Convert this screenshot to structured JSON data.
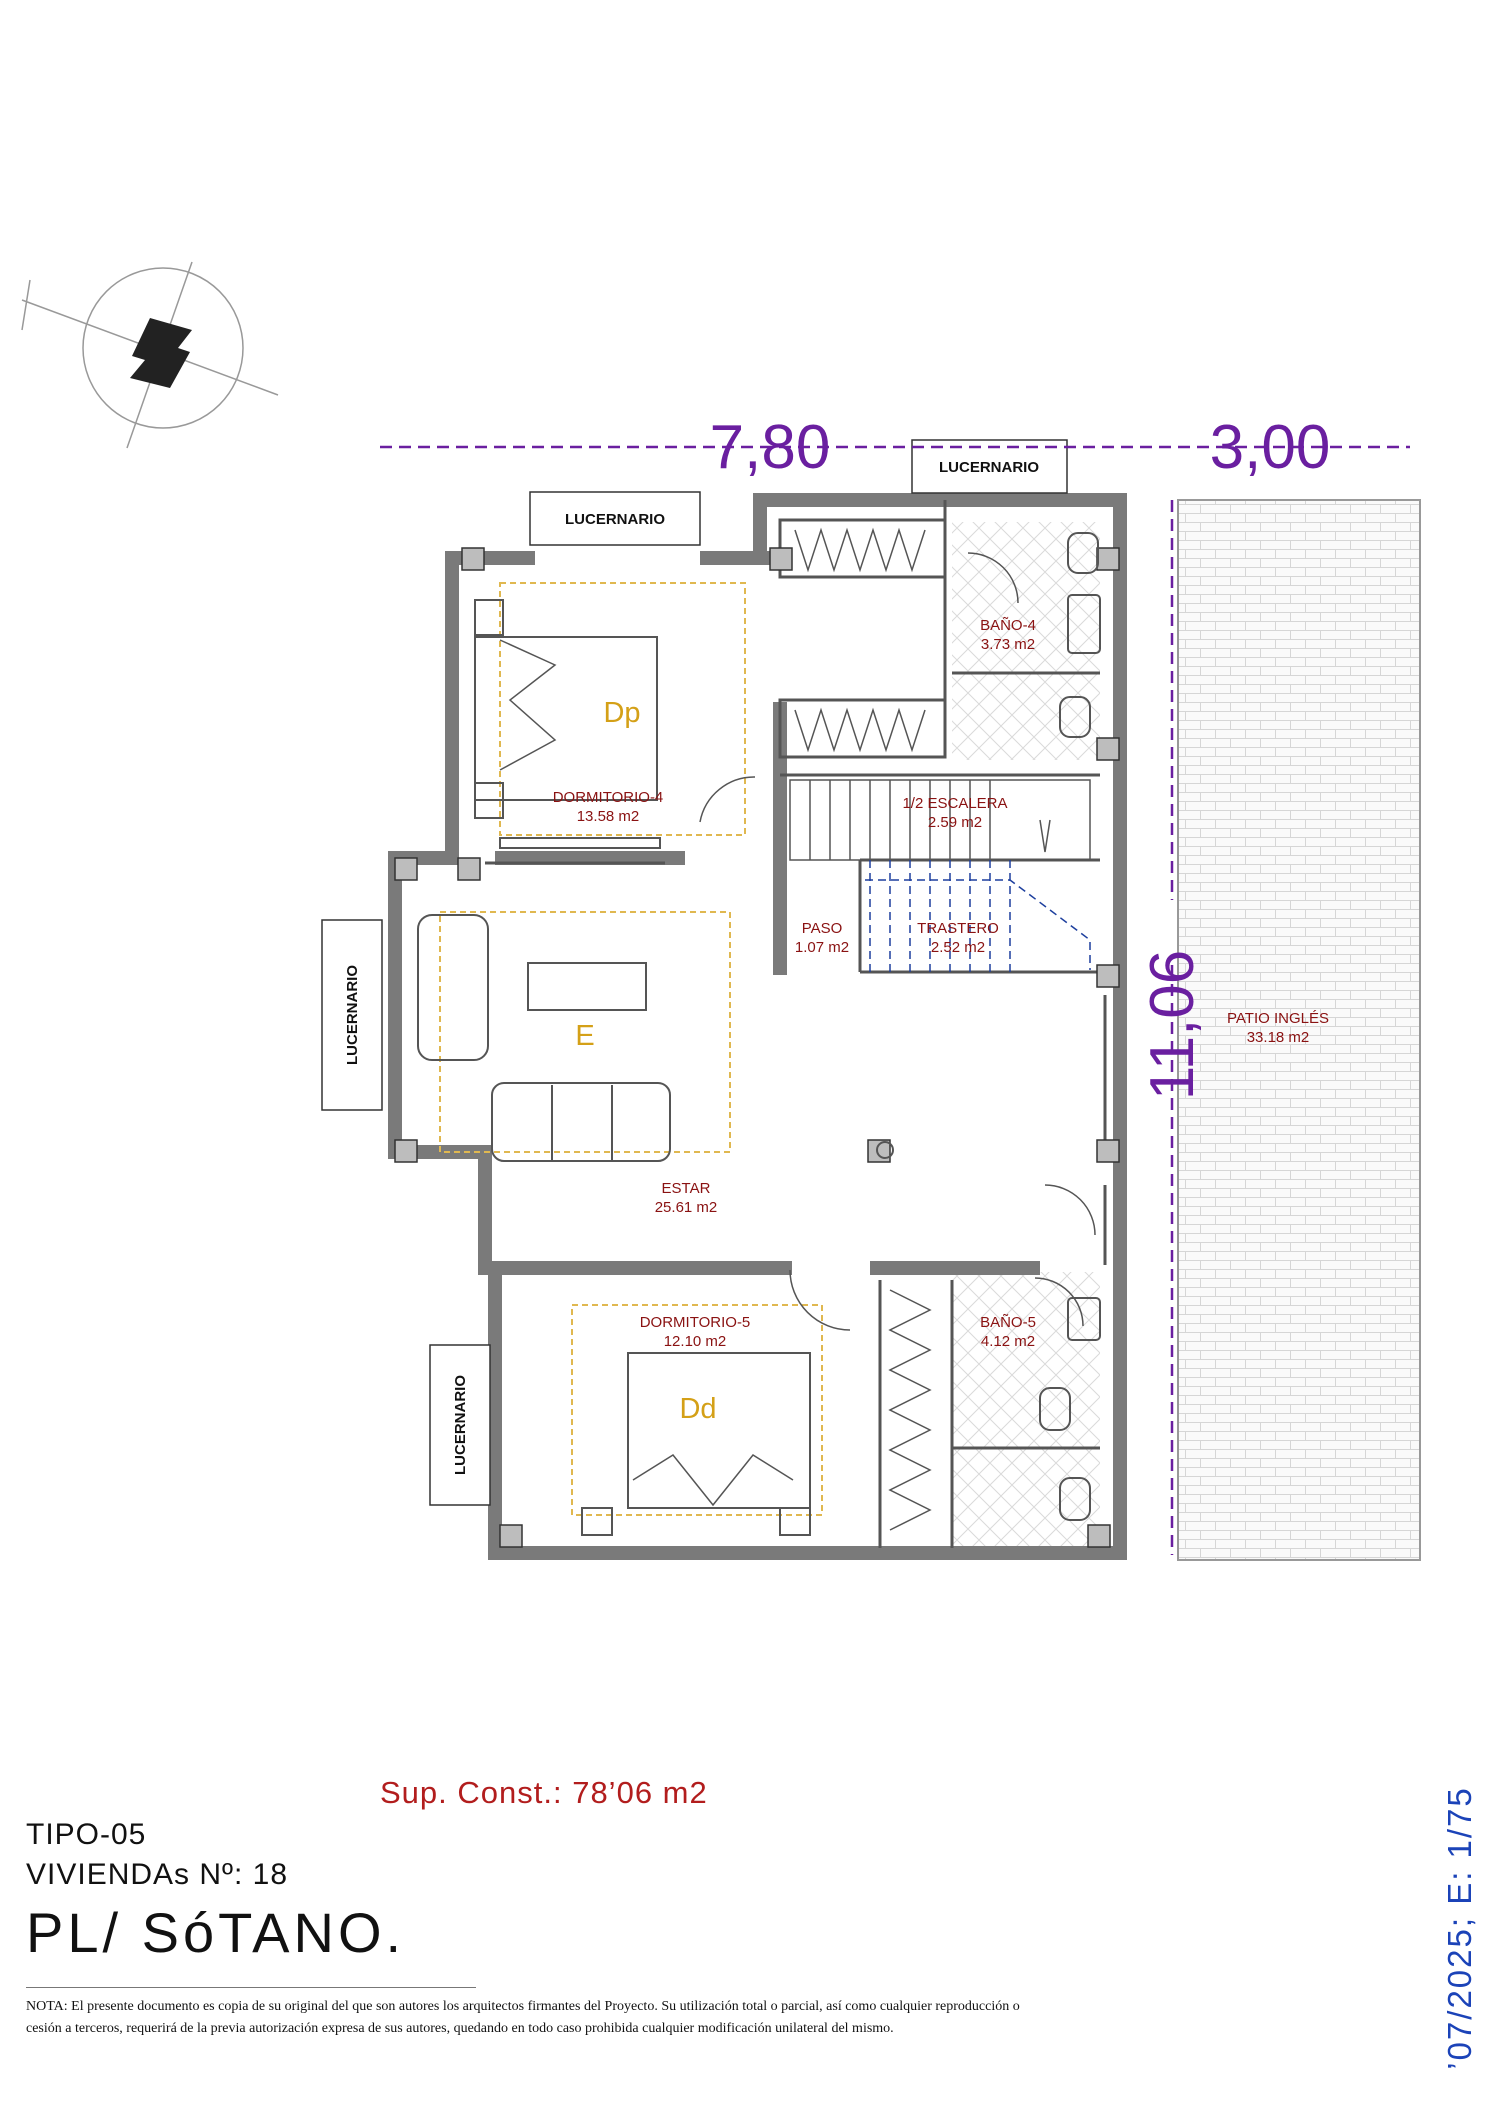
{
  "plan": {
    "dimensions": {
      "width_main": "7,80",
      "width_patio": "3,00",
      "depth": "11,06"
    },
    "skylight_label": "LUCERNARIO",
    "rooms": {
      "dormitorio4": {
        "name": "DORMITORIO-4",
        "area": "13.58 m2",
        "bed_code": "Dp"
      },
      "bano4": {
        "name": "BAÑO-4",
        "area": "3.73 m2"
      },
      "escalera": {
        "name": "1/2 ESCALERA",
        "area": "2.59 m2"
      },
      "paso": {
        "name": "PASO",
        "area": "1.07 m2"
      },
      "trastero": {
        "name": "TRASTERO",
        "area": "2.52 m2"
      },
      "estar": {
        "name": "ESTAR",
        "area": "25.61 m2",
        "zone_code": "E"
      },
      "patio": {
        "name": "PATIO INGLÉS",
        "area": "33.18 m2"
      },
      "dormitorio5": {
        "name": "DORMITORIO-5",
        "area": "12.10 m2",
        "bed_code": "Dd"
      },
      "bano5": {
        "name": "BAÑO-5",
        "area": "4.12 m2"
      }
    }
  },
  "info": {
    "sup_const": "Sup. Const.: 78’06 m2",
    "tipo": "TIPO-05",
    "viviendas": "VIVIENDAs Nº: 18",
    "planta": "PL/ SóTANO.",
    "scale_date": "’07/2025; E: 1/75",
    "nota": "NOTA: El presente documento es copia de su original del que son autores los arquitectos firmantes del Proyecto. Su utilización total o parcial, así como cualquier reproducción o cesión a terceros, requerirá de la previa autorización expresa de sus autores, quedando en todo caso prohibida cualquier modificación unilateral del mismo."
  },
  "colors": {
    "dimension": "#6a1fa0",
    "room_label": "#8a1212",
    "zone_label": "#d4a017",
    "area_title": "#b21d1d",
    "scale": "#1b43b8",
    "wall": "#7a7a7a"
  }
}
